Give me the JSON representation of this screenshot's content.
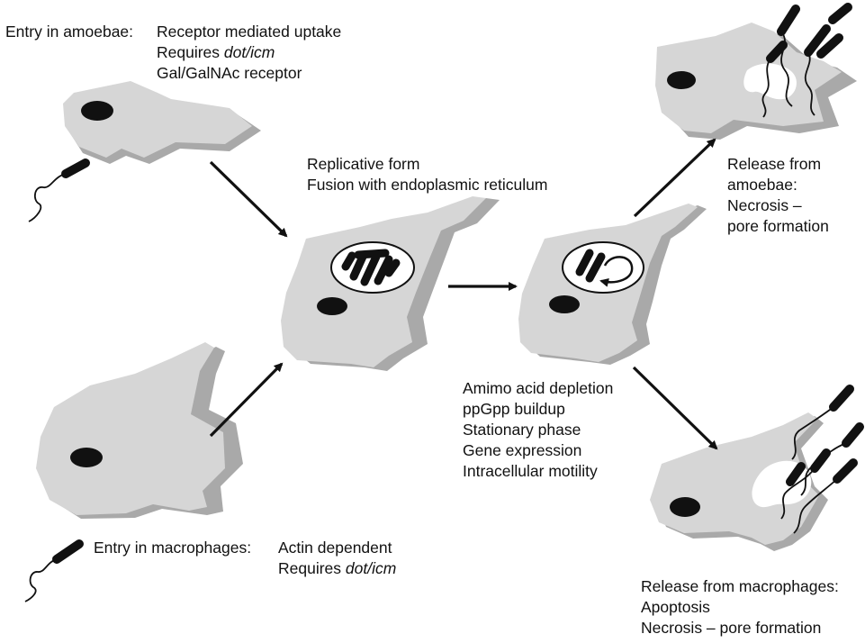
{
  "colors": {
    "cell_fill": "#d6d6d6",
    "cell_shadow": "#a9a9a9",
    "ink": "#111111",
    "background": "#ffffff"
  },
  "entry_amoebae": {
    "heading": "Entry in amoebae:",
    "line1": "Receptor mediated uptake",
    "line2_prefix": "Requires ",
    "line2_italic": "dot/icm",
    "line3": "Gal/GalNAc receptor"
  },
  "replicative": {
    "line1": "Replicative form",
    "line2": "Fusion with endoplasmic reticulum"
  },
  "release_amoebae": {
    "line1": "Release from",
    "line2": "amoebae:",
    "line3": "Necrosis –",
    "line4": "pore formation"
  },
  "stationary": {
    "lines": [
      "Amimo acid depletion",
      "ppGpp buildup",
      "Stationary phase",
      "Gene expression",
      "Intracellular motility"
    ]
  },
  "entry_macrophages": {
    "heading": "Entry in macrophages:",
    "line1": "Actin dependent",
    "line2_prefix": "Requires ",
    "line2_italic": "dot/icm"
  },
  "release_macrophages": {
    "line1": "Release from macrophages:",
    "line2": "Apoptosis",
    "line3": "Necrosis – pore formation"
  }
}
